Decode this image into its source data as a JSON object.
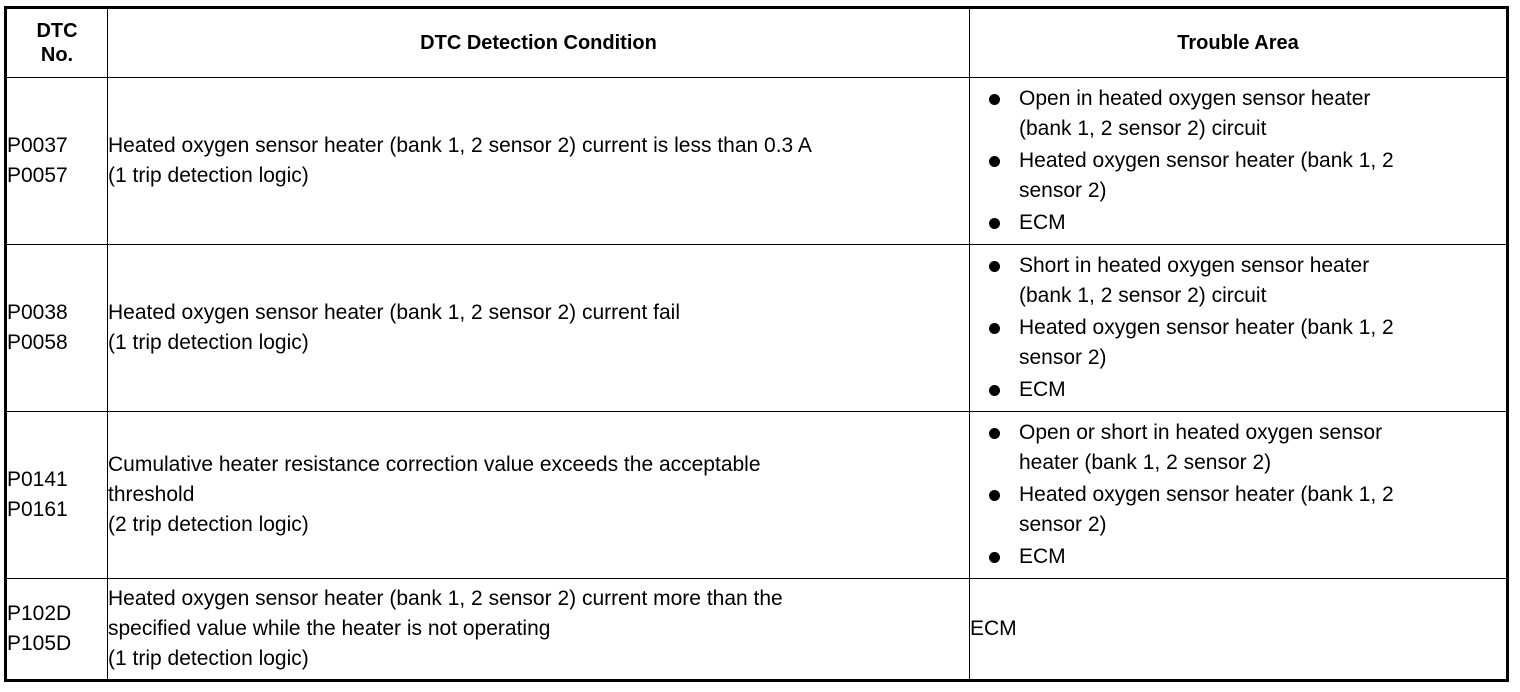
{
  "headers": {
    "dtc_no": [
      "DTC",
      "No."
    ],
    "condition": "DTC Detection Condition",
    "trouble_area": "Trouble Area"
  },
  "rows": [
    {
      "codes": [
        "P0037",
        "P0057"
      ],
      "condition": [
        "Heated oxygen sensor heater (bank 1, 2 sensor 2) current is less than 0.3 A",
        "(1 trip detection logic)"
      ],
      "areas": [
        [
          "Open in heated oxygen sensor heater",
          "(bank 1, 2 sensor 2) circuit"
        ],
        [
          "Heated oxygen sensor heater (bank 1, 2",
          "sensor 2)"
        ],
        [
          "ECM"
        ]
      ]
    },
    {
      "codes": [
        "P0038",
        "P0058"
      ],
      "condition": [
        "Heated oxygen sensor heater (bank 1, 2 sensor 2) current fail",
        "(1 trip detection logic)"
      ],
      "areas": [
        [
          "Short in heated oxygen sensor heater",
          "(bank 1, 2 sensor 2) circuit"
        ],
        [
          "Heated oxygen sensor heater (bank 1, 2",
          "sensor 2)"
        ],
        [
          "ECM"
        ]
      ]
    },
    {
      "codes": [
        "P0141",
        "P0161"
      ],
      "condition": [
        "Cumulative heater resistance correction value exceeds the acceptable",
        "threshold",
        "(2 trip detection logic)"
      ],
      "areas": [
        [
          "Open or short in heated oxygen sensor",
          "heater (bank 1, 2 sensor 2)"
        ],
        [
          "Heated oxygen sensor heater (bank 1, 2",
          "sensor 2)"
        ],
        [
          "ECM"
        ]
      ]
    },
    {
      "codes": [
        "P102D",
        "P105D"
      ],
      "condition": [
        "Heated oxygen sensor heater (bank 1, 2 sensor 2) current more than the",
        "specified value while the heater is not operating",
        "(1 trip detection logic)"
      ],
      "area_text": "ECM"
    }
  ]
}
